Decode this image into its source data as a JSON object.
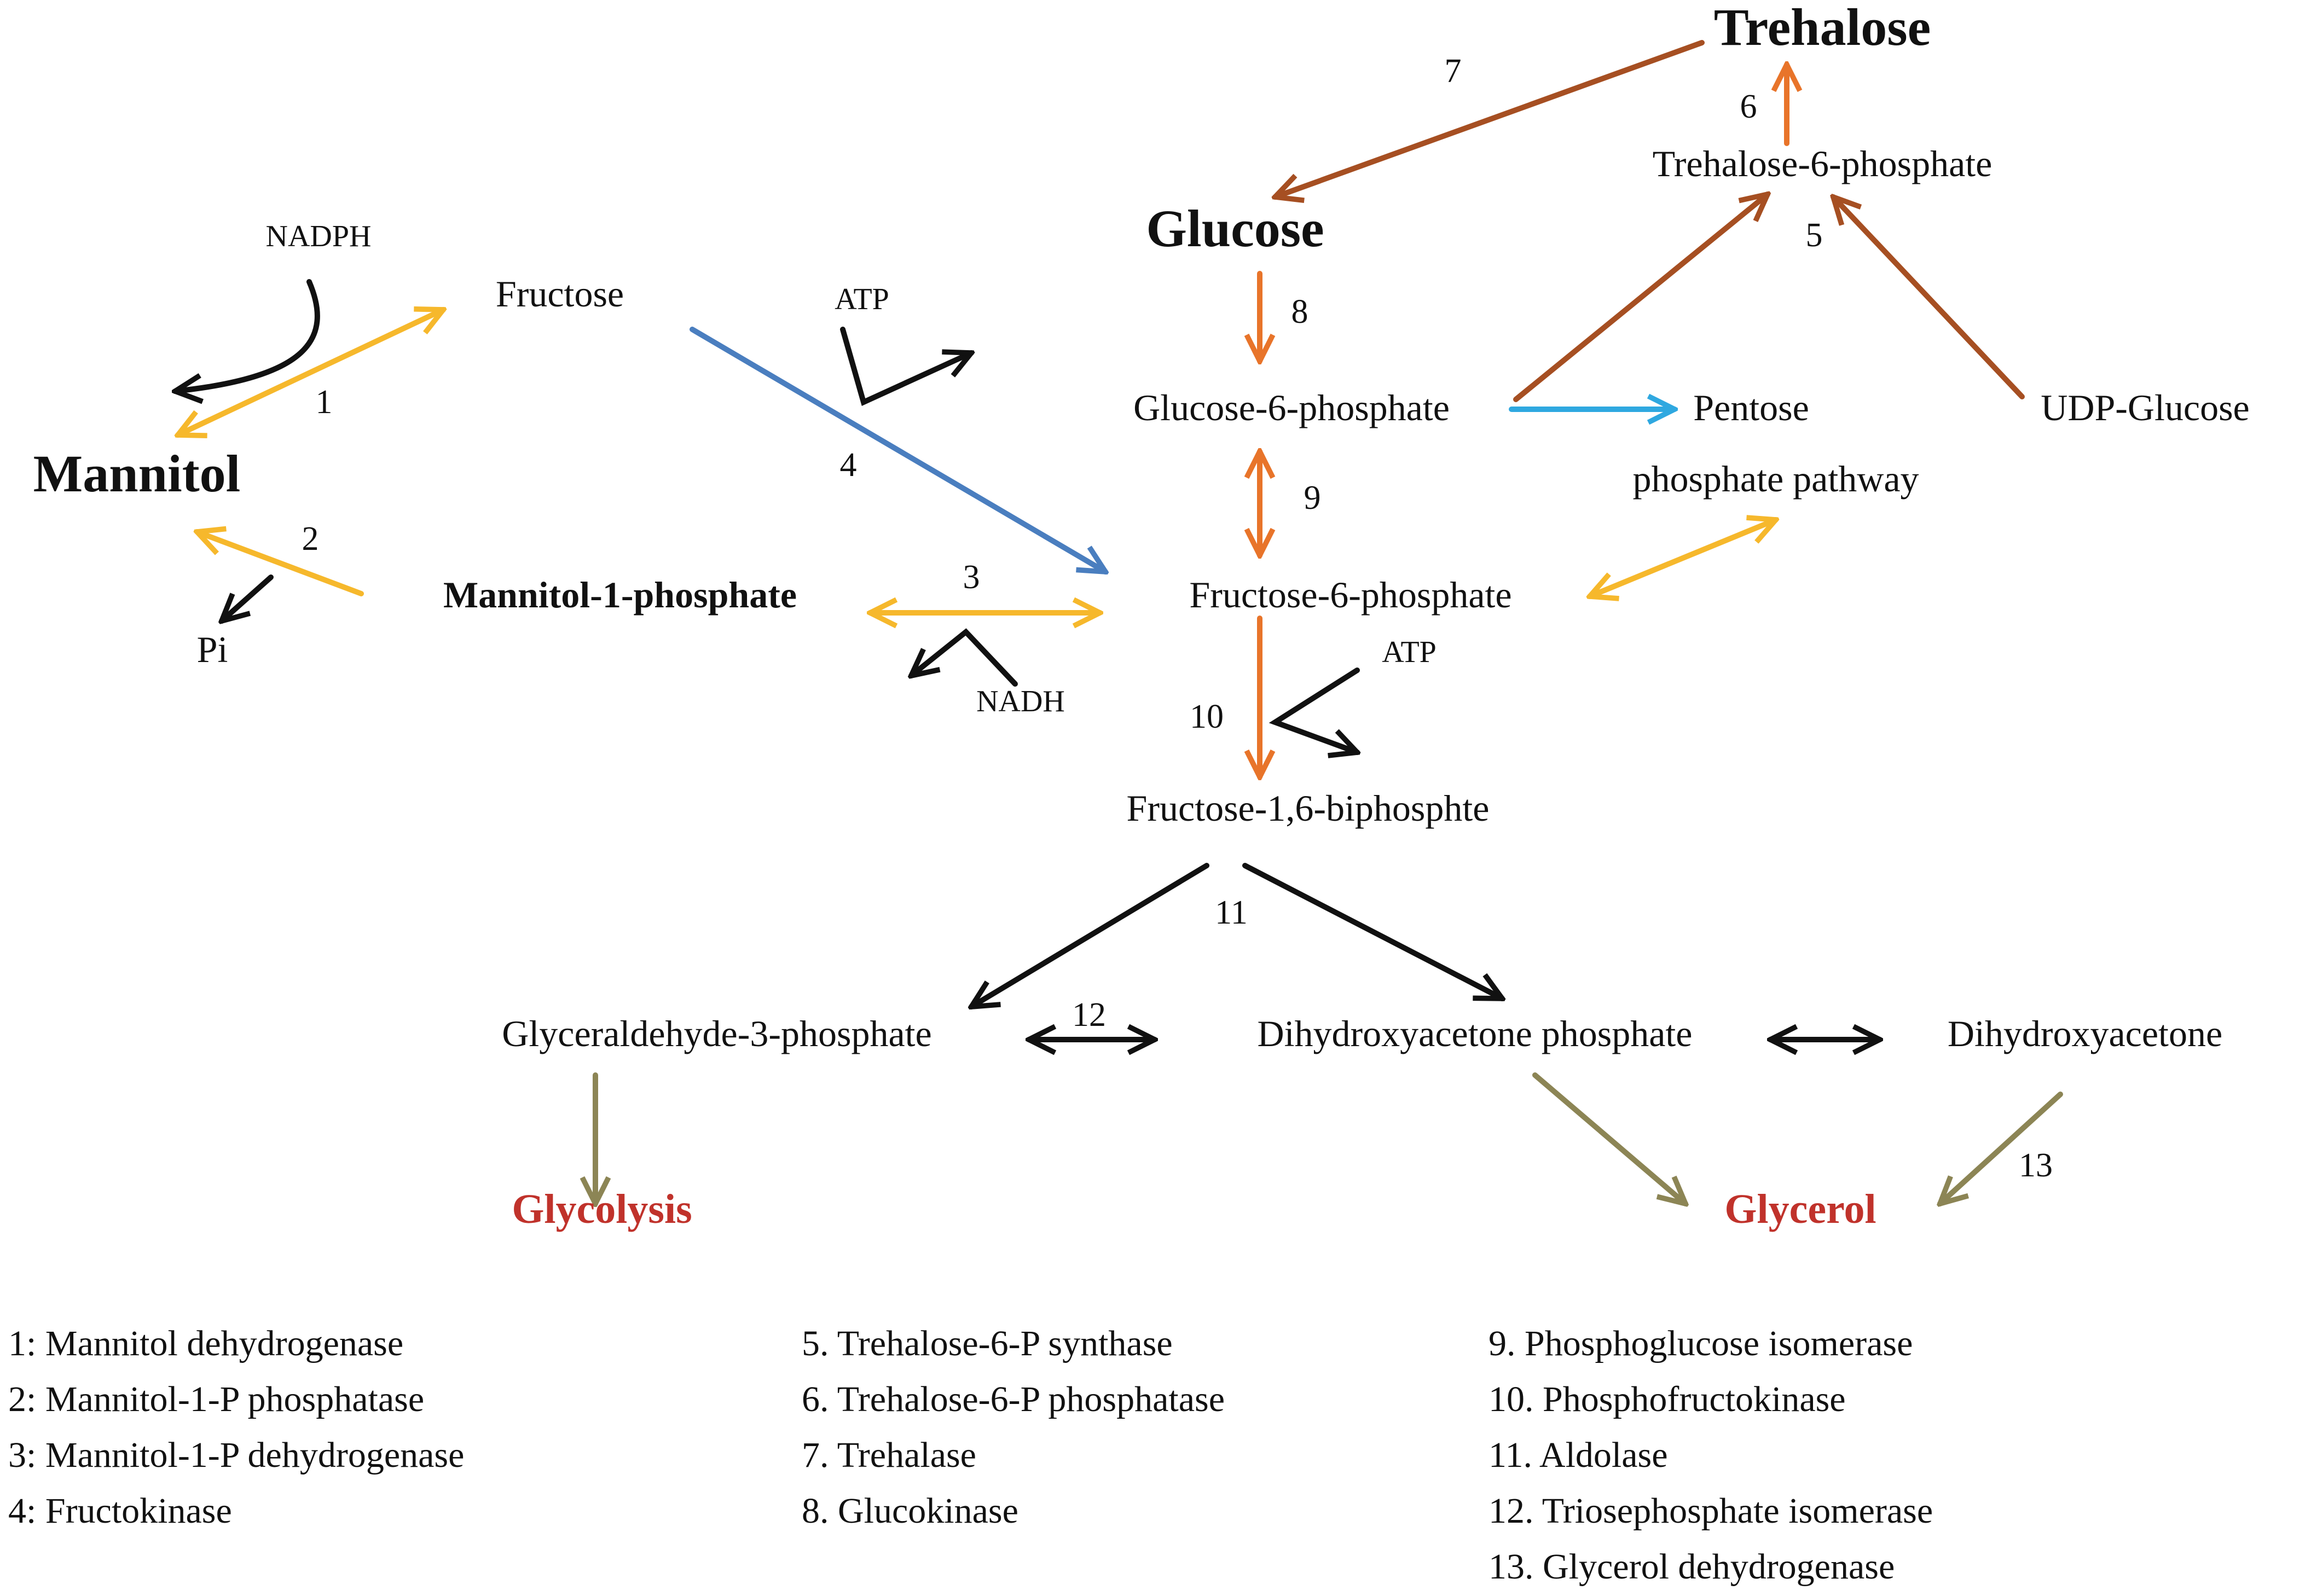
{
  "nodes": {
    "trehalose": "Trehalose",
    "trehalose6p": "Trehalose-6-phosphate",
    "glucose": "Glucose",
    "nadph": "NADPH",
    "fructose": "Fructose",
    "atp1": "ATP",
    "mannitol": "Mannitol",
    "glucose6p": "Glucose-6-phosphate",
    "pentose": "Pentose",
    "ppp": "phosphate pathway",
    "udpglucose": "UDP-Glucose",
    "mannitol1p": "Mannitol-1-phosphate",
    "pi": "Pi",
    "fructose6p": "Fructose-6-phosphate",
    "nadh": "NADH",
    "atp2": "ATP",
    "fructose16bp": "Fructose-1,6-biphosphte",
    "gap": "Glyceraldehyde-3-phosphate",
    "dhap": "Dihydroxyacetone phosphate",
    "dha": "Dihydroxyacetone",
    "glycolysis": "Glycolysis",
    "glycerol": "Glycerol"
  },
  "step_numbers": [
    "1",
    "2",
    "3",
    "4",
    "5",
    "6",
    "7",
    "8",
    "9",
    "10",
    "11",
    "12",
    "13"
  ],
  "legend": {
    "col1": [
      "1: Mannitol dehydrogenase",
      "2: Mannitol-1-P phosphatase",
      "3: Mannitol-1-P dehydrogenase",
      "4: Fructokinase"
    ],
    "col2": [
      "5. Trehalose-6-P synthase",
      "6. Trehalose-6-P  phosphatase",
      "7. Trehalase",
      "8. Glucokinase"
    ],
    "col3": [
      "9. Phosphoglucose isomerase",
      "10. Phosphofructokinase",
      "11. Aldolase",
      "12. Triosephosphate isomerase",
      "13. Glycerol dehydrogenase"
    ]
  },
  "colors": {
    "orange": "#e8742a",
    "brown": "#a64f22",
    "yellow": "#f6b82c",
    "blue": "#4a7ebf",
    "cyan": "#2fa8e0",
    "olive": "#8c8555",
    "black": "#111111",
    "red": "#c0322b"
  }
}
